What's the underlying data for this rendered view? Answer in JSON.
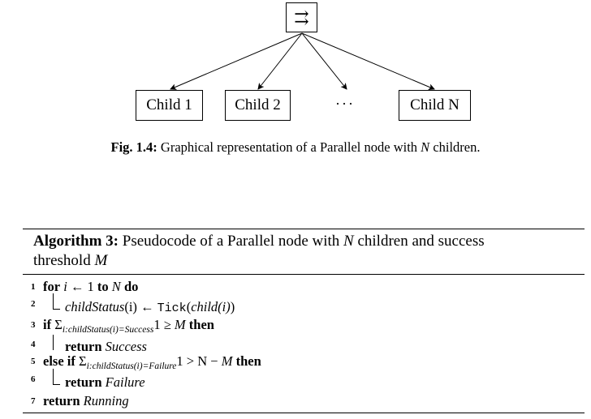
{
  "diagram": {
    "root_symbol": "⇉",
    "children": [
      "Child 1",
      "Child 2",
      "Child N"
    ],
    "ellipsis": "···"
  },
  "caption": {
    "label": "Fig. 1.4:",
    "text_before": " Graphical representation of a Parallel node with ",
    "var": "N",
    "text_after": " children."
  },
  "algorithm": {
    "label": "Algorithm 3:",
    "title_before": " Pseudocode of a Parallel node with ",
    "title_var1": "N",
    "title_mid": " children and success",
    "title_line2": "threshold ",
    "title_var2": "M",
    "lines": [
      {
        "num": "1",
        "kw1": "for",
        "v1": "i",
        "t1": " ← 1 ",
        "kw2": "to",
        "v2": "N",
        "kw3": "do"
      },
      {
        "num": "2",
        "v1": "childStatus",
        "t1": "(i) ← ",
        "code": "Tick",
        "t2": "(",
        "v2": "child(i)",
        "t3": ")"
      },
      {
        "num": "3",
        "kw1": "if",
        "t1": "Σ",
        "sub": "i:childStatus(i)=Success",
        "t2": "1 ≥ ",
        "v1": "M",
        "kw2": "then"
      },
      {
        "num": "4",
        "kw1": "return",
        "v1": "Success"
      },
      {
        "num": "5",
        "kw1": "else if",
        "t1": "Σ",
        "sub": "i:childStatus(i)=Failure",
        "t2": "1 > N − ",
        "v1": "M",
        "kw2": "then"
      },
      {
        "num": "6",
        "kw1": "return",
        "v1": "Failure"
      },
      {
        "num": "7",
        "kw1": "return",
        "v1": "Running"
      }
    ]
  }
}
